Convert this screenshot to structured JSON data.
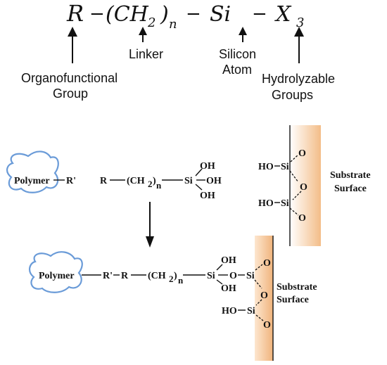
{
  "formula": {
    "R": "R",
    "dash1": "−",
    "ch2": "(CH",
    "two": "2",
    "close": ")",
    "n": "n",
    "dash2": "−",
    "Si": "Si",
    "dash3": "−",
    "X": "X",
    "three": "3"
  },
  "labels": {
    "organofunctional_1": "Organofunctional",
    "organofunctional_2": "Group",
    "linker": "Linker",
    "silicon_1": "Silicon",
    "silicon_2": "Atom",
    "hydrolyzable_1": "Hydrolyzable",
    "hydrolyzable_2": "Groups"
  },
  "top_reaction": {
    "polymer": "Polymer",
    "r_prime": "R'",
    "r": "R",
    "ch2": "(CH",
    "two": "2",
    "close": ")",
    "n": "n",
    "si": "Si",
    "oh1": "OH",
    "oh2": "OH",
    "oh3": "OH"
  },
  "substrate_top": {
    "ho1": "HO",
    "si1": "Si",
    "o1": "O",
    "o_mid": "O",
    "ho2": "HO",
    "si2": "Si",
    "o2": "O",
    "label1": "Substrate",
    "label2": "Surface"
  },
  "product": {
    "polymer": "Polymer",
    "r_prime": "R'",
    "r": "R",
    "ch2": "(CH",
    "two": "2",
    "close": ")",
    "n": "n",
    "si": "Si",
    "oh_top": "OH",
    "oh_bot": "OH",
    "o_link": "O",
    "si_surf": "Si",
    "o_top": "O",
    "o_mid": "O",
    "ho": "HO",
    "si_low": "Si",
    "o_low": "O",
    "label1": "Substrate",
    "label2": "Surface"
  },
  "colors": {
    "substrate_fill": "#f6c89a",
    "blob_stroke": "#6a9bd8"
  }
}
